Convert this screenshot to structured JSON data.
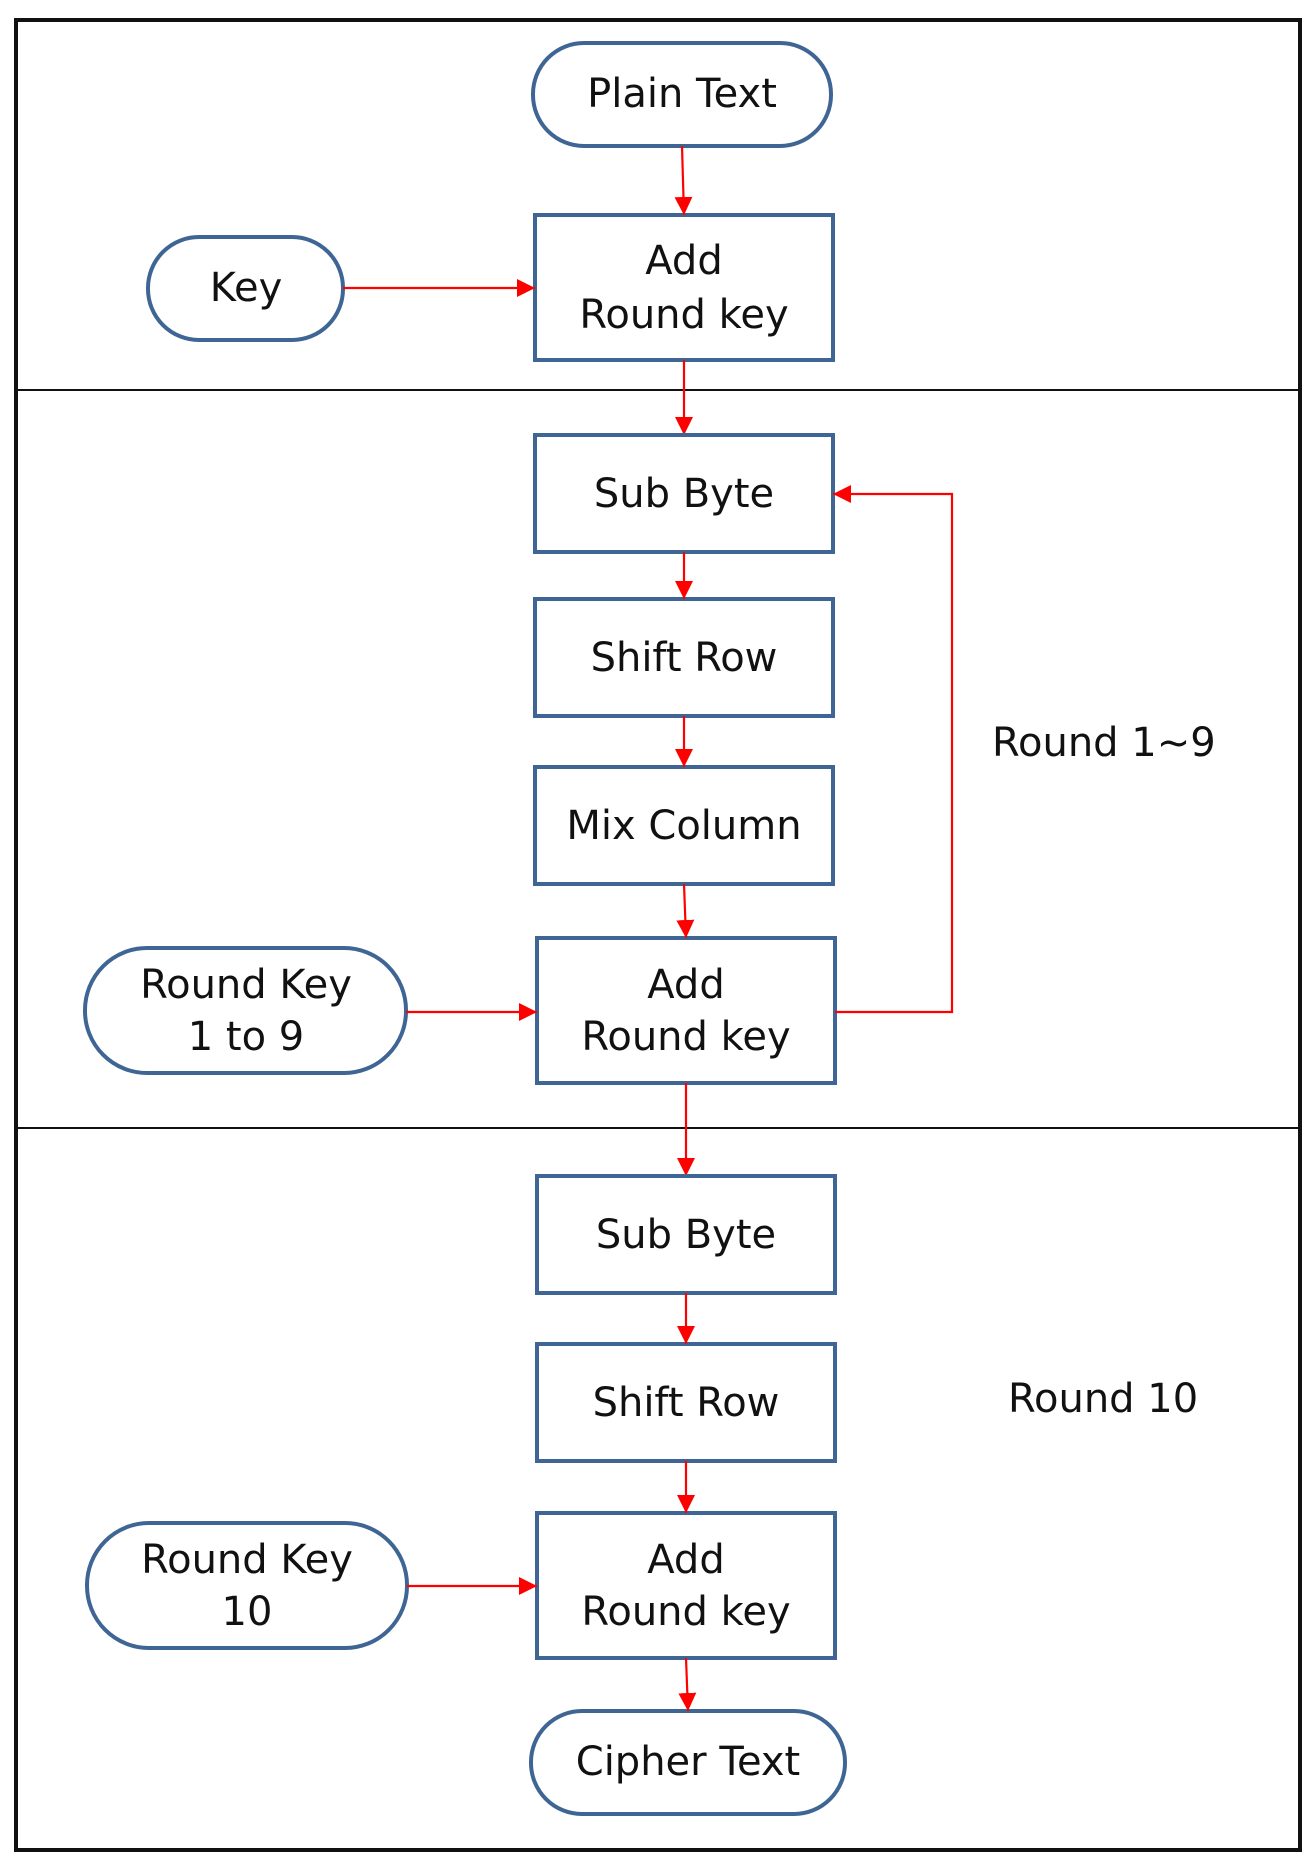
{
  "diagram": {
    "colors": {
      "box_border": "#3f6594",
      "arrow": "#ff0000",
      "frame": "#111111",
      "text": "#111111"
    },
    "initial": {
      "plain_text": "Plain Text",
      "key": "Key",
      "add_round_key": [
        "Add",
        "Round key"
      ]
    },
    "rounds": {
      "label": "Round 1~9",
      "sub_byte": "Sub Byte",
      "shift_row": "Shift Row",
      "mix_column": "Mix Column",
      "round_key": [
        "Round Key",
        "1 to 9"
      ],
      "add_round_key": [
        "Add",
        "Round key"
      ]
    },
    "final_round": {
      "label": "Round 10",
      "sub_byte": "Sub Byte",
      "shift_row": "Shift Row",
      "round_key": [
        "Round Key",
        "10"
      ],
      "add_round_key": [
        "Add",
        "Round key"
      ],
      "cipher_text": "Cipher Text"
    }
  }
}
